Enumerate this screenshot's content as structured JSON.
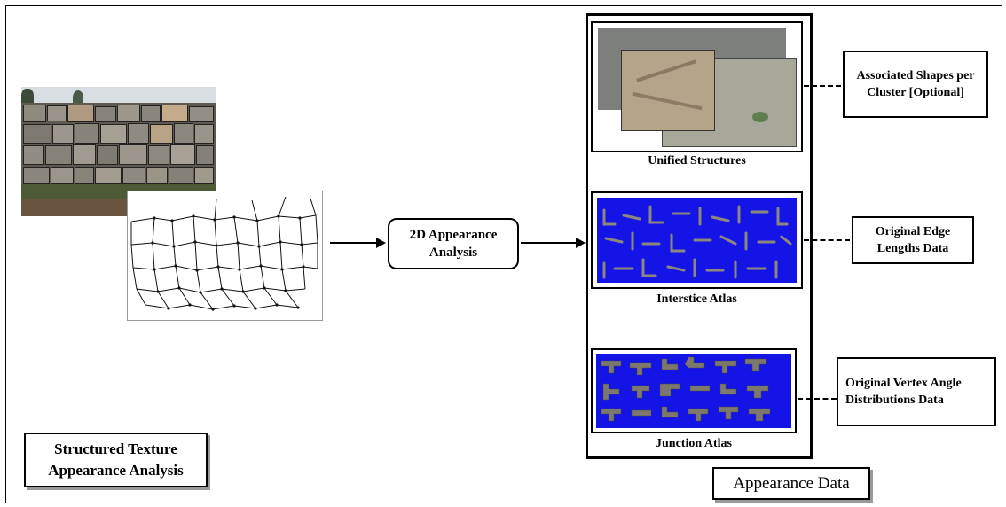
{
  "process": {
    "label": "2D Appearance Analysis"
  },
  "title_box": {
    "label": "Structured Texture Appearance Analysis"
  },
  "output": {
    "label": "Appearance Data"
  },
  "panels": [
    {
      "caption": "Unified Structures",
      "note": "Associated Shapes per Cluster [Optional]"
    },
    {
      "caption": "Interstice Atlas",
      "note": "Original Edge Lengths Data"
    },
    {
      "caption": "Junction Atlas",
      "note": "Original Vertex Angle Distributions Data"
    }
  ],
  "colors": {
    "atlas_bg": "#1414e6",
    "stone": "#8c877c",
    "sky": "#cfd6dc",
    "ground": "#5a4a3a"
  }
}
